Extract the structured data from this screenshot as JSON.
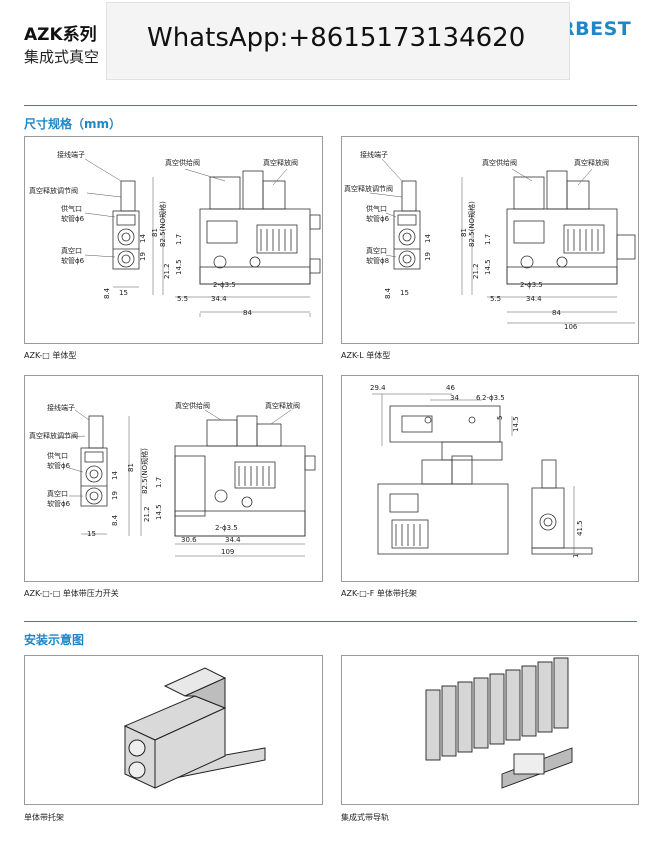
{
  "header": {
    "title": "AZK系列",
    "subtitle": "集成式真空",
    "brand": "RBEST",
    "watermark": "WhatsApp:+8615173134620"
  },
  "sections": {
    "dimensions": "尺寸规格（mm）",
    "installation": "安装示意图"
  },
  "labels": {
    "terminal": "接线端子",
    "vac_release_adj": "真空释放调节阀",
    "supply_port": "供气口",
    "tube6": "软管ϕ6",
    "tube8": "软管ϕ8",
    "vac_port": "真空口",
    "vac_supply_valve": "真空供给阀",
    "vac_release_valve": "真空释放阀",
    "no_spec": "82.5(NO规格)",
    "hole": "2-ϕ3.5"
  },
  "dims": {
    "d81": "81",
    "d21_2": "21.2",
    "d14_5": "14.5",
    "d1_7": "1.7",
    "d14": "14",
    "d19": "19",
    "d8_4": "8.4",
    "d15": "15",
    "d5_5": "5.5",
    "d34_4": "34.4",
    "d84": "84",
    "d106": "106",
    "d30_6": "30.6",
    "d109": "109",
    "d29_4": "29.4",
    "d46": "46",
    "d34": "34",
    "d6": "6",
    "d5": "5",
    "d41_5": "41.5",
    "d1": "1"
  },
  "captions": {
    "c1": "AZK-□ 单体型",
    "c2": "AZK-L 单体型",
    "c3": "AZK-□-□ 单体带压力开关",
    "c4": "AZK-□-F 单体带托架",
    "c5": "单体带托架",
    "c6": "集成式带导轨"
  }
}
